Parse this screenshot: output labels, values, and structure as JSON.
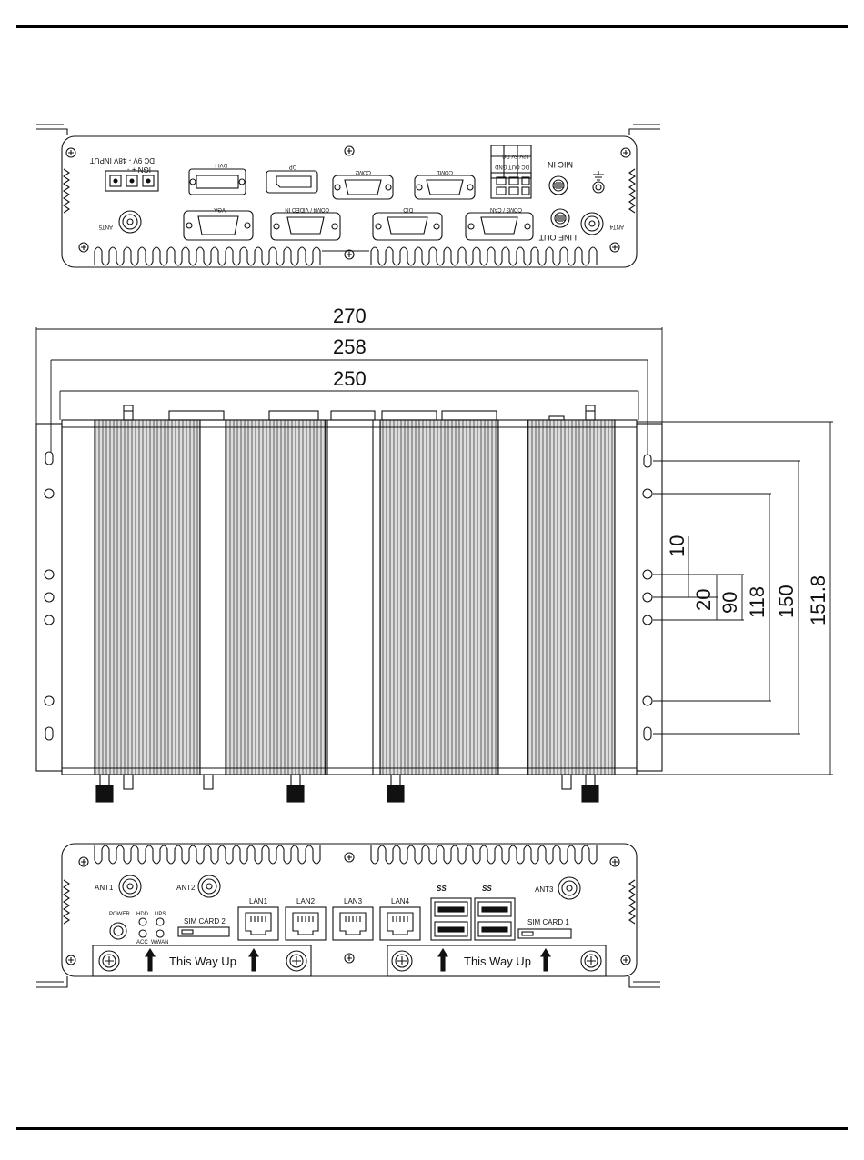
{
  "rear_panel": {
    "power_input": {
      "label": "DC 9V - 48V INPUT",
      "pins": "IGN  +  -"
    },
    "ports": {
      "dvi": "DVI-I",
      "dp": "DP",
      "com2": "COM2",
      "com1": "COM1",
      "vga": "VGA",
      "com4": "COM4 / VIDEO IN",
      "dio": "DIO",
      "com3": "COM3 / CAN",
      "dc_out_header": "12V 5V DC",
      "dc_out_row2": "DC OUT GND",
      "mic_in": "MIC IN",
      "line_out": "LINE OUT",
      "ant5": "ANT5",
      "ant4": "ANT4"
    }
  },
  "top_view": {
    "dimensions": {
      "width_overall": "270",
      "width_mid": "258",
      "width_inner": "250",
      "h_10": "10",
      "h_20": "20",
      "h_90": "90",
      "h_118": "118",
      "h_150": "150",
      "h_151_8": "151.8"
    }
  },
  "front_panel": {
    "antennas": {
      "ant1": "ANT1",
      "ant2": "ANT2",
      "ant3": "ANT3"
    },
    "leds": {
      "power": "POWER",
      "hdd": "HDD",
      "ups": "UPS",
      "acc": "ACC",
      "wwan": "WWAN"
    },
    "sim_card_2": "SIM CARD 2",
    "sim_card_1": "SIM CARD 1",
    "lan_ports": [
      "LAN1",
      "LAN2",
      "LAN3",
      "LAN4"
    ],
    "usb_logo": "SS",
    "this_way_up": "This Way Up"
  },
  "colors": {
    "line": "#111111",
    "background": "#ffffff"
  }
}
